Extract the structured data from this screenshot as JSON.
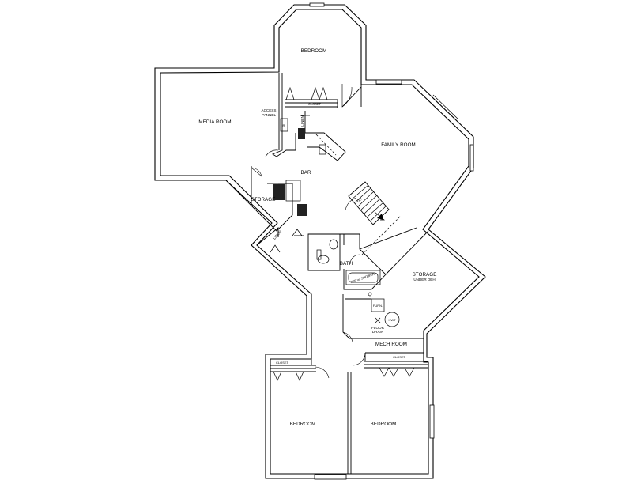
{
  "rooms": {
    "bedroom_top": "BEDROOM",
    "closet_top": "CLOSET",
    "media_room": "MEDIA ROOM",
    "access_panel": [
      "ACCESS",
      "PANNEL"
    ],
    "family_room": "FAMILY ROOM",
    "bar": "BAR",
    "storage_left": "STORAGE",
    "linen_upper": "LINEN",
    "linen_lower": "LINEN",
    "bath": "BATH",
    "tub": "TUB w/ SHOWER",
    "storage_right": "STORAGE",
    "under_deh": "UNDER DEH",
    "furn": "FURN.",
    "hwt": "HWT",
    "floor_drain": [
      "FLOOR",
      "DRAIN"
    ],
    "mech_room": "MECH ROOM",
    "closet_left": "CLOSET",
    "closet_right": "CLOSET",
    "bedroom_left": "BEDROOM",
    "bedroom_right": "BEDROOM",
    "stair_dn": "DN",
    "ref_label": "R"
  }
}
